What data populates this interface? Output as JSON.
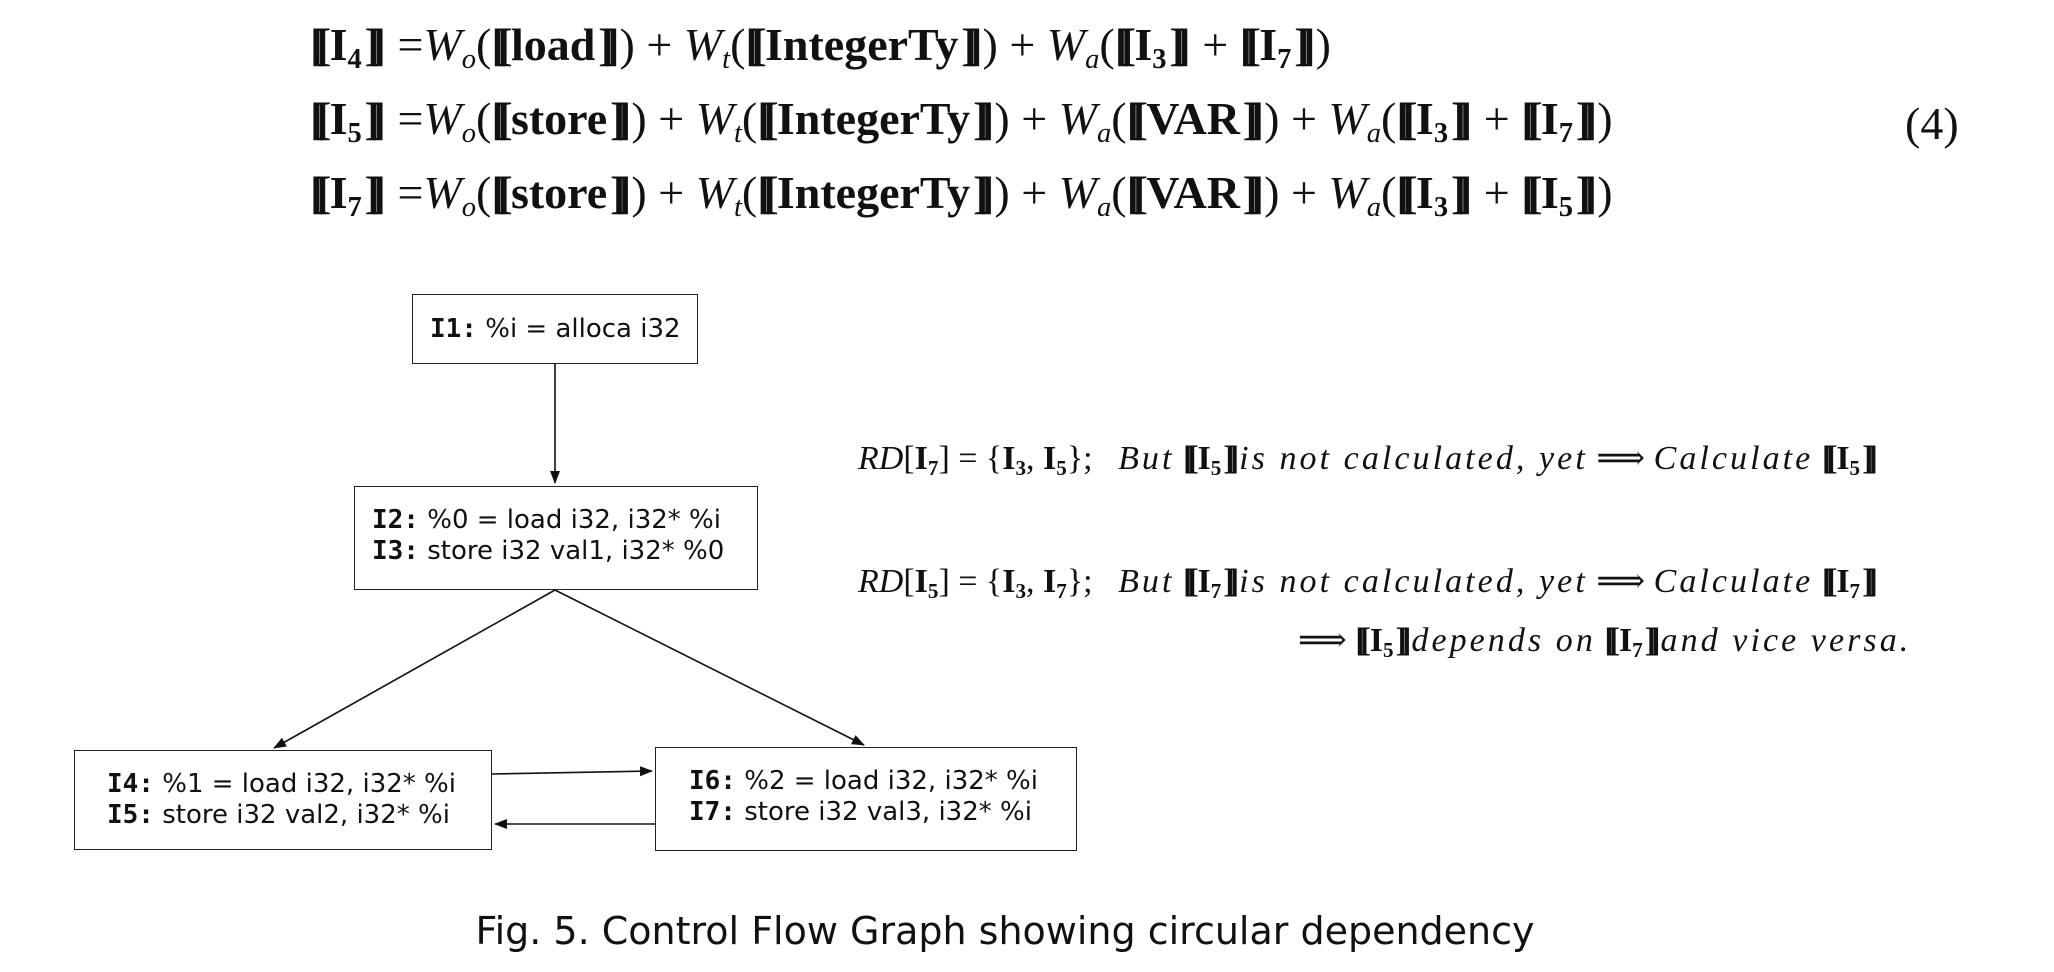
{
  "equations": [
    {
      "lhs_sub": "4",
      "terms": [
        {
          "w": "o",
          "arg": "load"
        },
        {
          "w": "t",
          "arg": "IntegerTy"
        },
        {
          "w": "a",
          "sum": [
            "3",
            "7"
          ]
        }
      ]
    },
    {
      "lhs_sub": "5",
      "terms": [
        {
          "w": "o",
          "arg": "store"
        },
        {
          "w": "t",
          "arg": "IntegerTy"
        },
        {
          "w": "a",
          "arg": "VAR"
        },
        {
          "w": "a",
          "sum": [
            "3",
            "7"
          ]
        }
      ]
    },
    {
      "lhs_sub": "7",
      "terms": [
        {
          "w": "o",
          "arg": "store"
        },
        {
          "w": "t",
          "arg": "IntegerTy"
        },
        {
          "w": "a",
          "arg": "VAR"
        },
        {
          "w": "a",
          "sum": [
            "3",
            "5"
          ]
        }
      ]
    }
  ],
  "equation_number": "(4)",
  "cfg": {
    "nodes": [
      {
        "lines": [
          {
            "label": "I1:",
            "code": " %i = alloca i32"
          }
        ]
      },
      {
        "lines": [
          {
            "label": "I2:",
            "code": " %0 = load i32, i32* %i"
          },
          {
            "label": "I3:",
            "code": " store i32 val1, i32* %0"
          }
        ]
      },
      {
        "lines": [
          {
            "label": "I4:",
            "code": " %1 = load i32, i32* %i"
          },
          {
            "label": "I5:",
            "code": " store i32 val2, i32* %i"
          }
        ]
      },
      {
        "lines": [
          {
            "label": "I6:",
            "code": " %2 = load i32, i32* %i"
          },
          {
            "label": "I7:",
            "code": " store i32 val3, i32* %i"
          }
        ]
      }
    ]
  },
  "annotations": {
    "rd": "RD",
    "but": "But",
    "not_calc": "is not calculated, yet",
    "calculate": "Calculate",
    "depends_on": "depends on",
    "vice_versa": "and vice versa.",
    "line1": {
      "target": "7",
      "set": [
        "3",
        "5"
      ],
      "missing": "5"
    },
    "line2": {
      "target": "5",
      "set": [
        "3",
        "7"
      ],
      "missing": "7"
    },
    "line3": {
      "a": "5",
      "b": "7"
    }
  },
  "caption": "Fig. 5.  Control Flow Graph showing circular dependency"
}
